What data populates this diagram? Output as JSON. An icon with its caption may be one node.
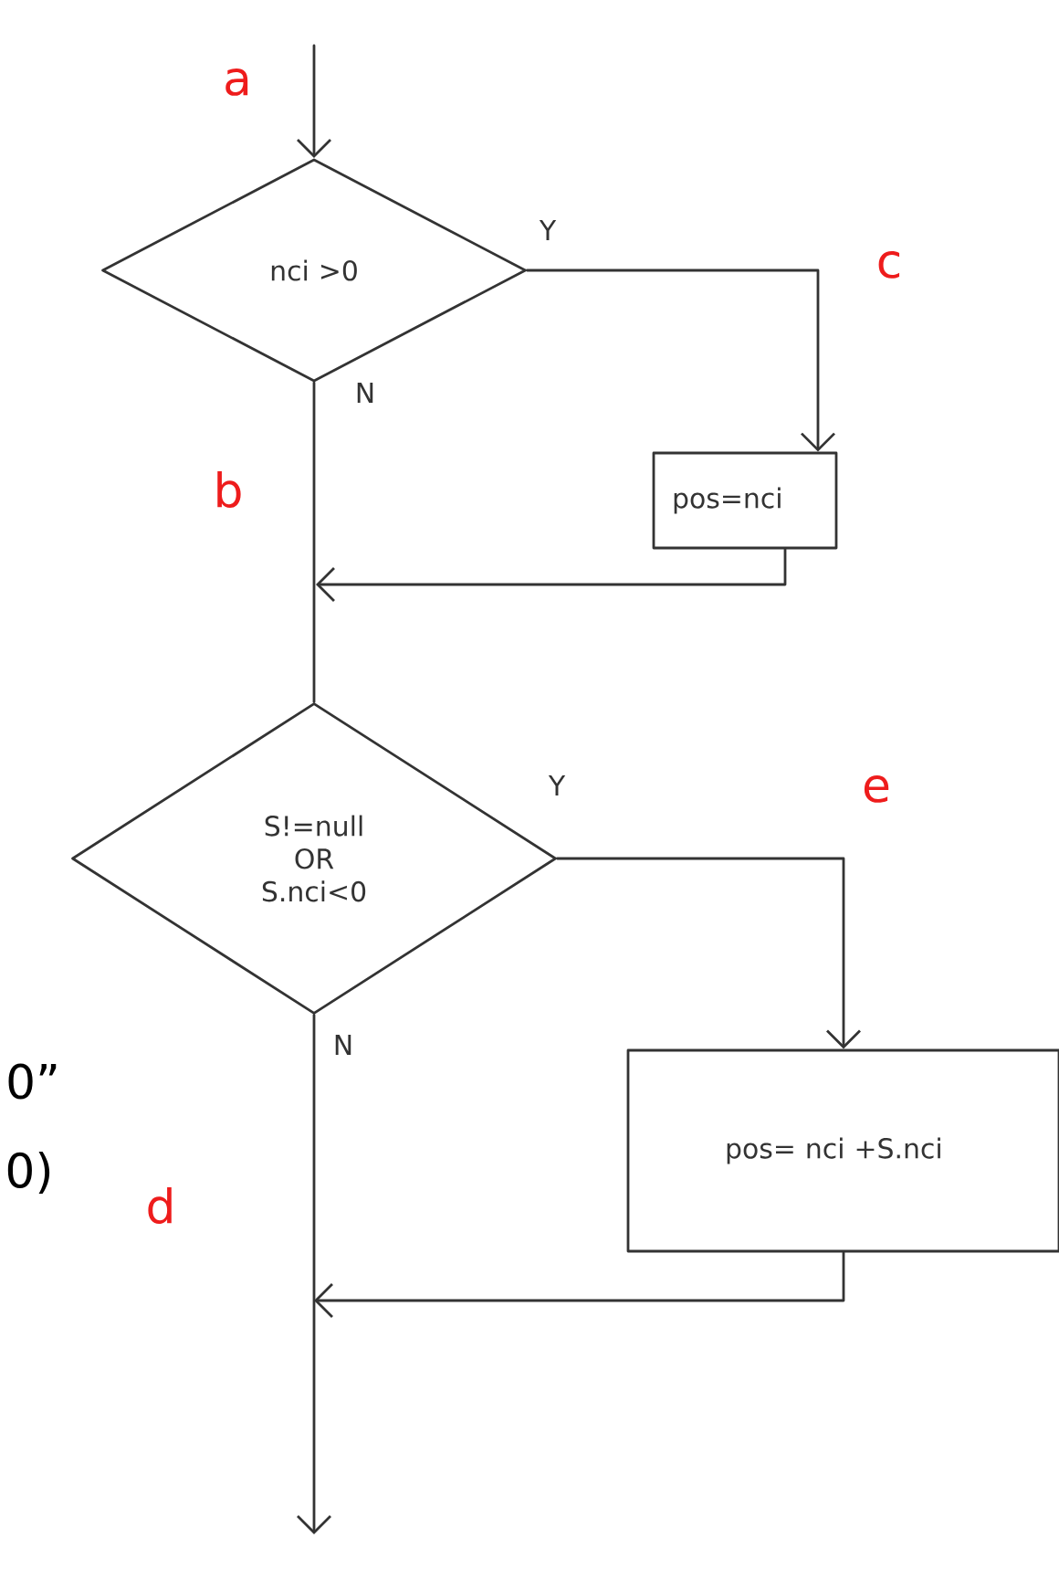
{
  "diagram": {
    "nodes": [
      {
        "text": [
          "nci >0"
        ]
      },
      {
        "text": [
          "pos=nci"
        ]
      },
      {
        "text": [
          "S!=null OR S.nci<0"
        ]
      },
      {
        "text": [
          "pos= nci +S.nci"
        ]
      }
    ],
    "edges": [
      {
        "from": null,
        "to": 0,
        "arrow": "to"
      },
      {
        "from": 0,
        "to": 1,
        "arrow": "to",
        "label": "Y"
      },
      {
        "from": 0,
        "to": 2,
        "arrow": "none",
        "label": "N"
      },
      {
        "from": 1,
        "to": 2,
        "arrow": "to"
      },
      {
        "from": 2,
        "to": 3,
        "arrow": "to",
        "label": "Y"
      },
      {
        "from": 2,
        "to": null,
        "arrow": "to",
        "label": "N"
      },
      {
        "from": 3,
        "to": null,
        "arrow": "to"
      }
    ],
    "labels": [
      "a",
      "c",
      "b",
      "e",
      "0”",
      "d",
      "0)"
    ]
  }
}
